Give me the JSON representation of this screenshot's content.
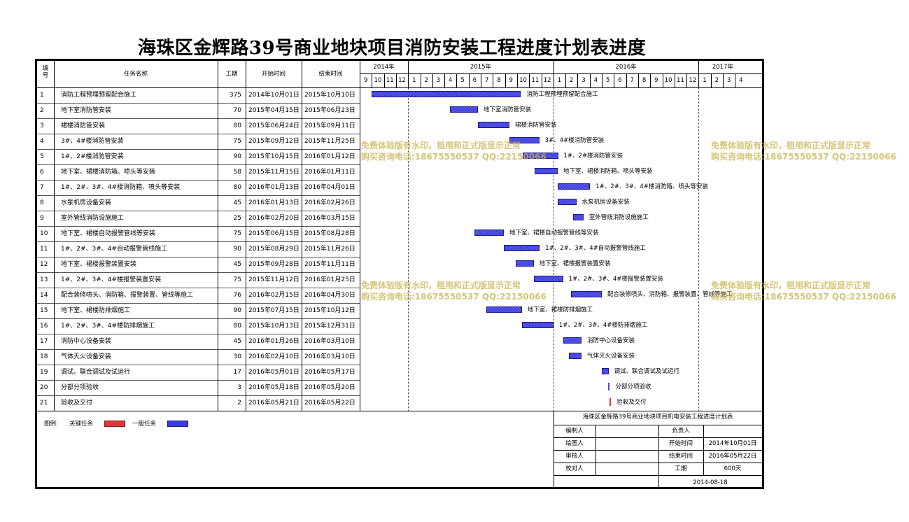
{
  "title": "海珠区金辉路39号商业地块项目消防安装工程进度计划表进度",
  "headers": {
    "no": "编号",
    "name": "任务名称",
    "duration": "工期",
    "start": "开始时间",
    "end": "结束时间"
  },
  "timeline": {
    "years": [
      {
        "label": "2014年",
        "months": [
          "9",
          "10",
          "11",
          "12"
        ]
      },
      {
        "label": "2015年",
        "months": [
          "1",
          "2",
          "3",
          "4",
          "5",
          "6",
          "7",
          "8",
          "9",
          "10",
          "11",
          "12"
        ]
      },
      {
        "label": "2016年",
        "months": [
          "1",
          "2",
          "3",
          "4",
          "5",
          "6",
          "7",
          "8",
          "9",
          "10",
          "11",
          "12"
        ]
      },
      {
        "label": "2017年",
        "months": [
          "1",
          "2",
          "3",
          "4"
        ]
      }
    ]
  },
  "chart_data": {
    "type": "gantt",
    "tasks": [
      {
        "id": "1",
        "name": "消防工程预埋预留配合施工",
        "duration": "375",
        "start": "2014年10月01日",
        "end": "2015年10月10日",
        "startDate": "2014-10-01",
        "endDate": "2015-10-10"
      },
      {
        "id": "2",
        "name": "地下室消防管安装",
        "duration": "70",
        "start": "2015年04月15日",
        "end": "2015年06月23日",
        "startDate": "2015-04-15",
        "endDate": "2015-06-23"
      },
      {
        "id": "3",
        "name": "裙楼消防管安装",
        "duration": "80",
        "start": "2015年06月24日",
        "end": "2015年09月11日",
        "startDate": "2015-06-24",
        "endDate": "2015-09-11"
      },
      {
        "id": "4",
        "name": "3#、4#楼消防管安装",
        "duration": "75",
        "start": "2015年09月12日",
        "end": "2015年11月25日",
        "startDate": "2015-09-12",
        "endDate": "2015-11-25"
      },
      {
        "id": "5",
        "name": "1#、2#楼消防管安装",
        "duration": "90",
        "start": "2015年10月15日",
        "end": "2016年01月12日",
        "startDate": "2015-10-15",
        "endDate": "2016-01-12"
      },
      {
        "id": "6",
        "name": "地下室、裙楼消防箱、喷头等安装",
        "duration": "58",
        "start": "2015年11月15日",
        "end": "2016年01月11日",
        "startDate": "2015-11-15",
        "endDate": "2016-01-11"
      },
      {
        "id": "7",
        "name": "1#、2#、3#、4#楼消防箱、喷头等安装",
        "duration": "80",
        "start": "2016年01月13日",
        "end": "2016年04月01日",
        "startDate": "2016-01-13",
        "endDate": "2016-04-01"
      },
      {
        "id": "8",
        "name": "水泵机房设备安装",
        "duration": "45",
        "start": "2016年01月13日",
        "end": "2016年02月26日",
        "startDate": "2016-01-13",
        "endDate": "2016-02-26"
      },
      {
        "id": "9",
        "name": "室外管线消防设施施工",
        "duration": "25",
        "start": "2016年02月20日",
        "end": "2016年03月15日",
        "startDate": "2016-02-20",
        "endDate": "2016-03-15"
      },
      {
        "id": "10",
        "name": "地下室、裙楼自动报警管线等安装",
        "duration": "75",
        "start": "2015年06月15日",
        "end": "2015年08月28日",
        "startDate": "2015-06-15",
        "endDate": "2015-08-28"
      },
      {
        "id": "11",
        "name": "1#、2#、3#、4#自动报警管线施工",
        "duration": "90",
        "start": "2015年08月29日",
        "end": "2015年11月26日",
        "startDate": "2015-08-29",
        "endDate": "2015-11-26"
      },
      {
        "id": "12",
        "name": "地下室、裙楼报警装置安装",
        "duration": "45",
        "start": "2015年09月28日",
        "end": "2015年11月11日",
        "startDate": "2015-09-28",
        "endDate": "2015-11-11"
      },
      {
        "id": "13",
        "name": "1#、2#、3#、4#楼报警装置安装",
        "duration": "75",
        "start": "2015年11月12日",
        "end": "2016年01月25日",
        "startDate": "2015-11-12",
        "endDate": "2016-01-25"
      },
      {
        "id": "14",
        "name": "配合装修喷头、消防箱、报警装置、管线等施工",
        "duration": "76",
        "start": "2016年02月15日",
        "end": "2016年04月30日",
        "startDate": "2016-02-15",
        "endDate": "2016-04-30"
      },
      {
        "id": "15",
        "name": "地下室、裙楼防排烟施工",
        "duration": "90",
        "start": "2015年07月15日",
        "end": "2015年10月12日",
        "startDate": "2015-07-15",
        "endDate": "2015-10-12"
      },
      {
        "id": "16",
        "name": "1#、2#、3#、4#楼防排烟施工",
        "duration": "80",
        "start": "2015年10月13日",
        "end": "2015年12月31日",
        "startDate": "2015-10-13",
        "endDate": "2015-12-31"
      },
      {
        "id": "17",
        "name": "消防中心设备安装",
        "duration": "45",
        "start": "2016年01月26日",
        "end": "2016年03月10日",
        "startDate": "2016-01-26",
        "endDate": "2016-03-10"
      },
      {
        "id": "18",
        "name": "气体灭火设备安装",
        "duration": "30",
        "start": "2016年02月10日",
        "end": "2016年03月10日",
        "startDate": "2016-02-10",
        "endDate": "2016-03-10"
      },
      {
        "id": "19",
        "name": "调试、联合调试及试运行",
        "duration": "17",
        "start": "2016年05月01日",
        "end": "2016年05月17日",
        "startDate": "2016-05-01",
        "endDate": "2016-05-17"
      },
      {
        "id": "20",
        "name": "分部分项验收",
        "duration": "3",
        "start": "2016年05月18日",
        "end": "2016年05月20日",
        "startDate": "2016-05-18",
        "endDate": "2016-05-20"
      },
      {
        "id": "21",
        "name": "验收及交付",
        "duration": "2",
        "start": "2016年05月21日",
        "end": "2016年05月22日",
        "startDate": "2016-05-21",
        "endDate": "2016-05-22",
        "critical": true
      }
    ]
  },
  "legend": {
    "label": "图例:",
    "critical": "关键任务",
    "normal": "一般任务",
    "critical_color": "#d83a3a",
    "normal_color": "#3a3adf"
  },
  "info_block": {
    "title": "海珠区金辉路39号商业地块项目机电安装工程进度计划表",
    "rows": [
      {
        "l1": "编制人",
        "v1": "",
        "l2": "负责人",
        "v2": ""
      },
      {
        "l1": "绘图人",
        "v1": "",
        "l2": "开始时间",
        "v2": "2014年10月01日"
      },
      {
        "l1": "审核人",
        "v1": "",
        "l2": "结束时间",
        "v2": "2016年05月22日"
      },
      {
        "l1": "校对人",
        "v1": "",
        "l2": "工期",
        "v2": "600天"
      }
    ],
    "date": "2014-08-18"
  },
  "watermark": {
    "line1": "免费体验版有水印，租用和正式版显示正常",
    "line2": "购买咨询电话:18675550537 QQ:22150066"
  }
}
